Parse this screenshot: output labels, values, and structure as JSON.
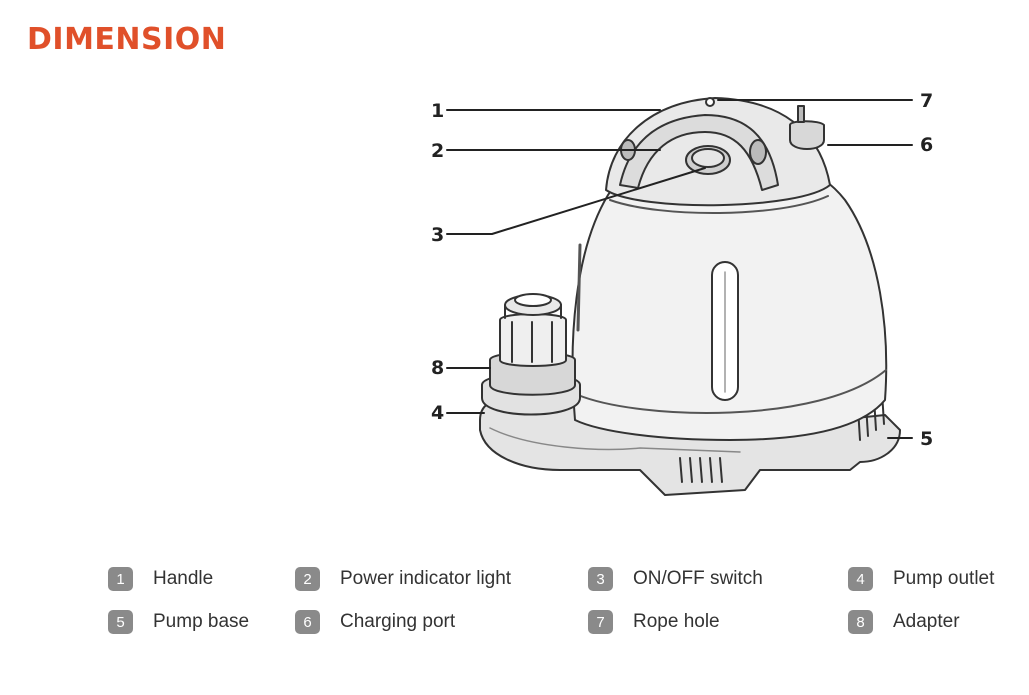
{
  "title": "DIMENSION",
  "accent_color": "#e0502a",
  "callouts": [
    "1",
    "2",
    "3",
    "4",
    "5",
    "6",
    "7",
    "8"
  ],
  "legend": [
    {
      "number": "1",
      "label": "Handle"
    },
    {
      "number": "2",
      "label": "Power indicator light"
    },
    {
      "number": "3",
      "label": "ON/OFF switch"
    },
    {
      "number": "4",
      "label": "Pump outlet"
    },
    {
      "number": "5",
      "label": "Pump base"
    },
    {
      "number": "6",
      "label": "Charging port"
    },
    {
      "number": "7",
      "label": "Rope hole"
    },
    {
      "number": "8",
      "label": "Adapter"
    }
  ]
}
